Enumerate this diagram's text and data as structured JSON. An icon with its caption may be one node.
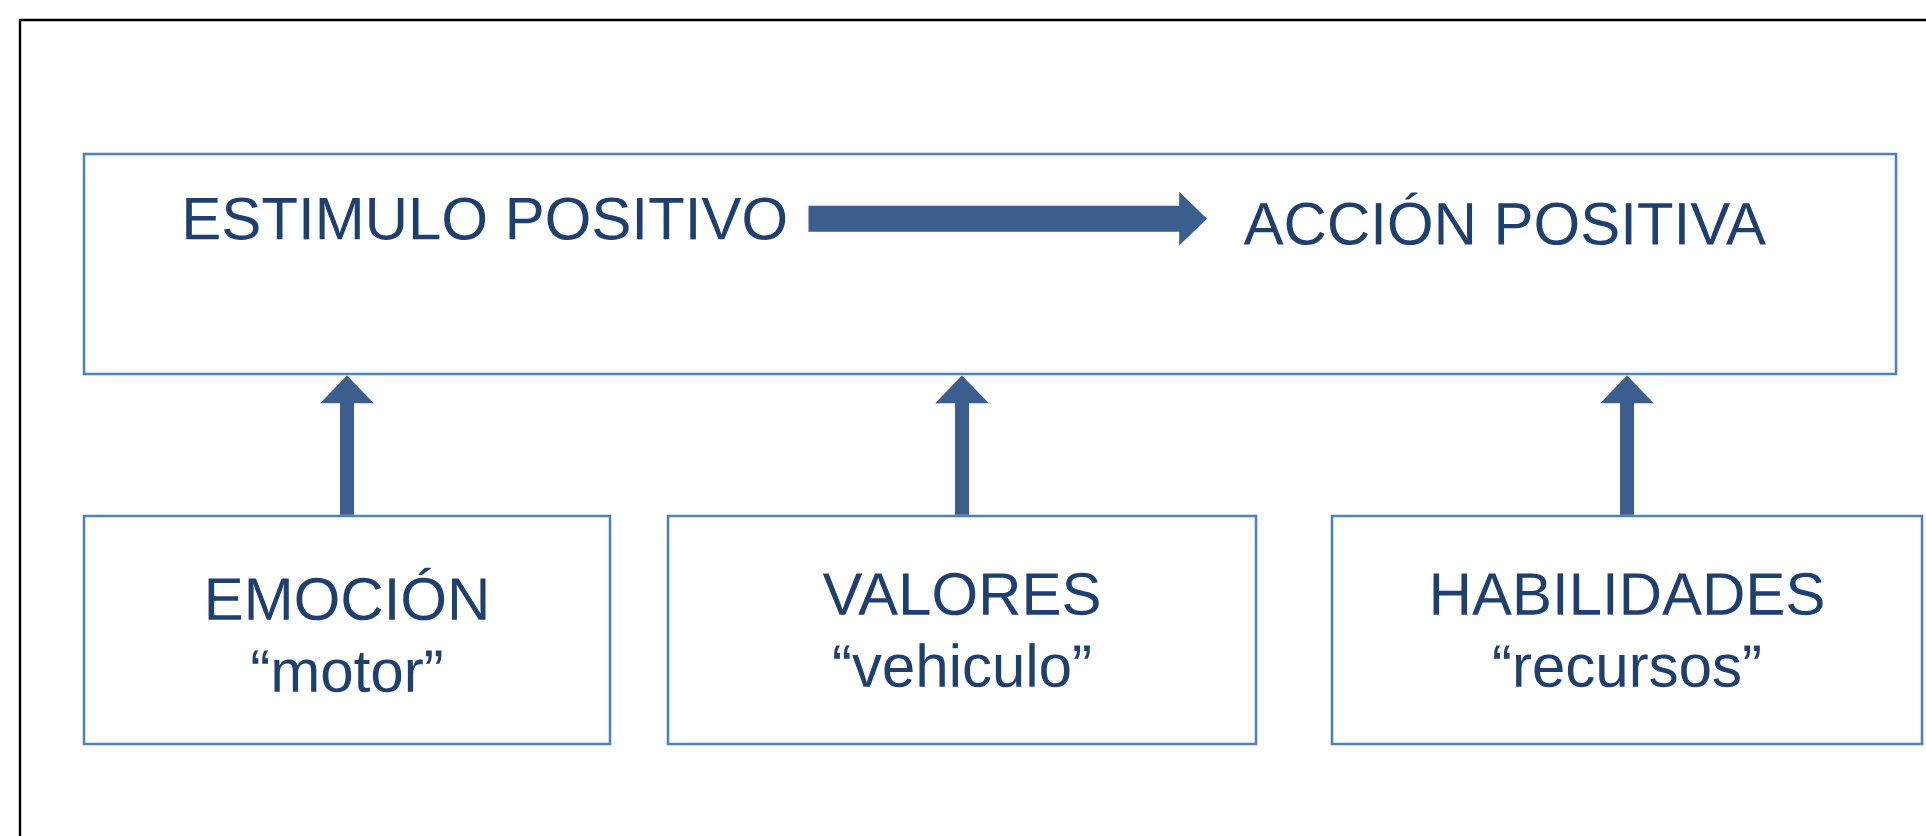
{
  "diagram": {
    "nodes": [
      {
        "text": [],
        "shape": "box"
      },
      {
        "text": [
          "ESTIMULO POSITIVO"
        ],
        "in": 0
      },
      {
        "text": [
          "ACCIÓN POSITIVA"
        ],
        "in": 0
      },
      {
        "text": [
          "EMOCIÓN",
          "“motor”"
        ]
      },
      {
        "text": [
          "VALORES",
          "“vehiculo”"
        ]
      },
      {
        "text": [
          "HABILIDADES",
          "“recursos”"
        ]
      }
    ],
    "edges": [
      {
        "from": 1,
        "to": 2,
        "arrow": "to",
        "style": "thick"
      },
      {
        "from": 3,
        "to": 0,
        "arrow": "to"
      },
      {
        "from": 4,
        "to": 0,
        "arrow": "to"
      },
      {
        "from": 5,
        "to": 0,
        "arrow": "to"
      }
    ]
  }
}
